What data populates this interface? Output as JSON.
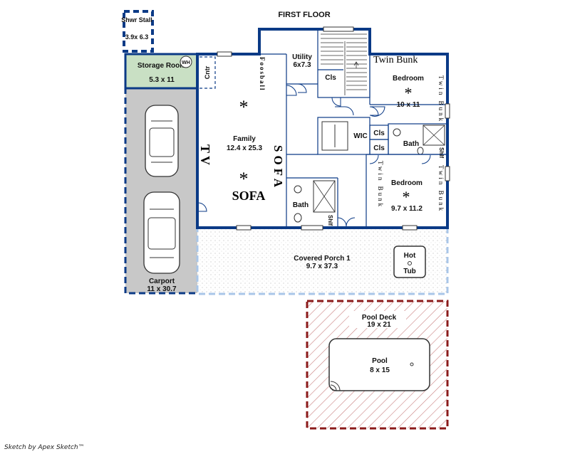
{
  "title": "FIRST FLOOR",
  "credit": "Sketch by Apex Sketch™",
  "rooms": {
    "shower": {
      "name": "Shwr Stall",
      "size": "3.9x 6.3"
    },
    "storage": {
      "name": "Storage Room",
      "size": "5.3 x 11",
      "badge": "WH"
    },
    "cntr": "Cntr",
    "utility": {
      "name": "Utility",
      "size": "6x7.3"
    },
    "cls_utility": "Cls",
    "twin_bunk_top": "Twin Bunk",
    "bedroom1": {
      "name": "Bedroom",
      "size": "10 x 11"
    },
    "twin_bunk_right1": "Twin Bunk",
    "foosball": "Foosball",
    "family": {
      "name": "Family",
      "size": "12.4 x 25.3"
    },
    "tv": "TV",
    "sofa_v": "SOFA",
    "sofa_h": "SOFA",
    "wic": "WIC",
    "cls_a": "Cls",
    "cls_b": "Cls",
    "bath_upper": "Bath",
    "shlf_upper": "Shlf",
    "twin_bunk_mid": "Twin Bunk",
    "bedroom2": {
      "name": "Bedroom",
      "size": "9.7 x 11.2"
    },
    "twin_bunk_right2": "Twin Bunk",
    "bath_lower": "Bath",
    "shlf_lower": "Shlf",
    "carport": {
      "name": "Carport",
      "size": "11 x 30.7"
    },
    "porch": {
      "name": "Covered Porch 1",
      "size": "9.7 x 37.3"
    },
    "hottub": {
      "line1": "Hot",
      "line2": "Tub"
    },
    "pooldeck": {
      "name": "Pool Deck",
      "size": "19 x 21"
    },
    "pool": {
      "name": "Pool",
      "size": "8 x 15"
    }
  },
  "colors": {
    "wall": "#0b3a86",
    "storage_fill": "#c9e0c4",
    "carport_fill": "#c8c8c8",
    "porch_outline": "#a9c6e8",
    "deck_outline": "#8b1a1a"
  }
}
